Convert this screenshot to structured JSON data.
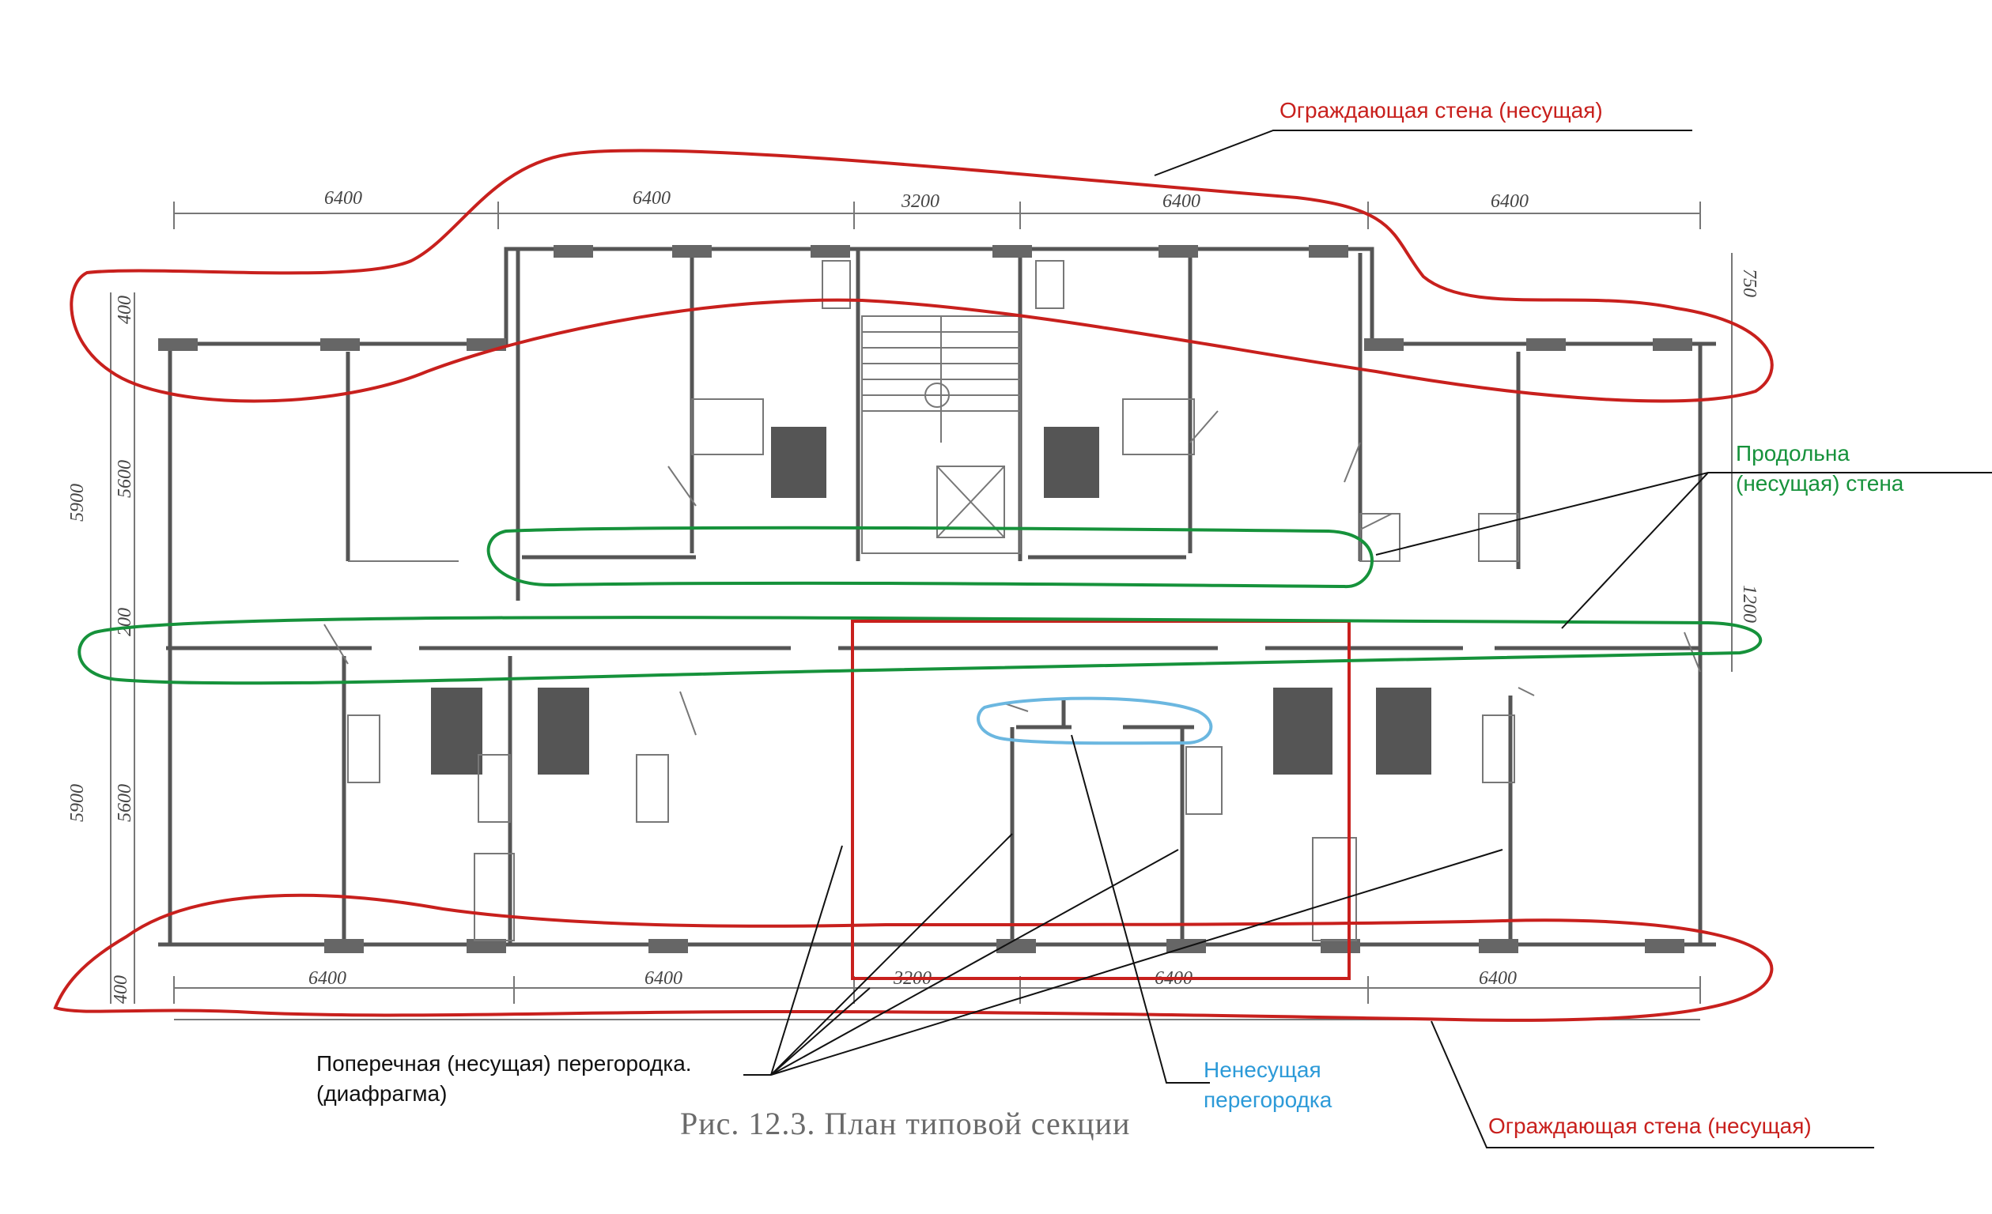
{
  "annotations": {
    "outer_wall_top": "Ограждающая стена (несущая)",
    "long_wall_line1": "Продольна",
    "long_wall_line2": "(несущая) стена",
    "cross_partition_line1": "Поперечная (несущая) перегородка.",
    "cross_partition_line2": "(диафрагма)",
    "non_bearing_line1": "Ненесущая",
    "non_bearing_line2": "перегородка",
    "outer_wall_bottom": "Ограждающая стена (несущая)"
  },
  "caption": "Рис. 12.3. План типовой секции",
  "dimensions": {
    "top": [
      "6400",
      "6400",
      "3200",
      "6400",
      "6400"
    ],
    "bottom": [
      "6400",
      "6400",
      "3200",
      "6400",
      "6400"
    ],
    "left": [
      "400",
      "5900",
      "5600",
      "200",
      "5900",
      "5600",
      "400"
    ],
    "right": [
      "750",
      "1200"
    ]
  },
  "colors": {
    "outer_wall": "#c8201d",
    "longitudinal_wall": "#16923b",
    "non_bearing": "#2c9ad8",
    "leader": "#111111"
  }
}
